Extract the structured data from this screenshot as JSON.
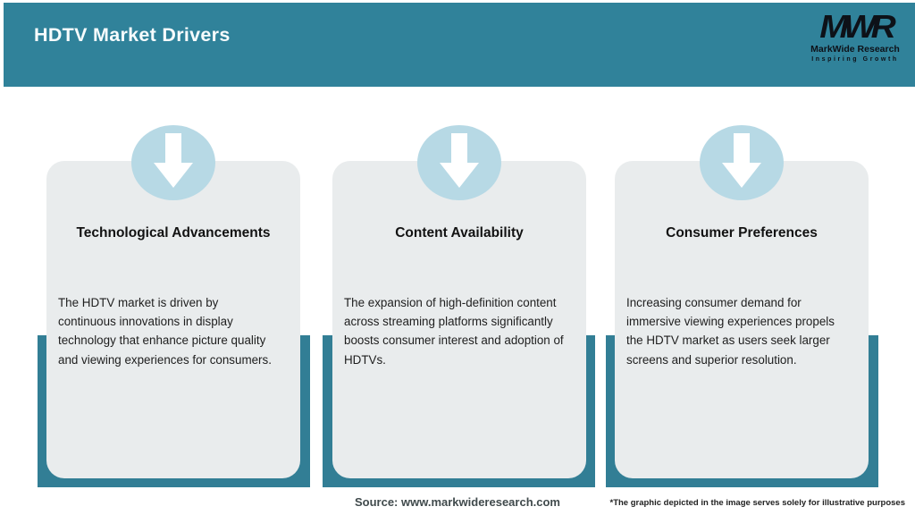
{
  "header": {
    "title": "HDTV Market Drivers",
    "logo": {
      "monogram": "MWR",
      "name": "MarkWide Research",
      "tagline": "Inspiring Growth"
    }
  },
  "cards": [
    {
      "title": "Technological Advancements",
      "body": "The HDTV market is driven by\ncontinuous innovations in display\ntechnology that enhance picture quality\nand viewing experiences for consumers."
    },
    {
      "title": "Content Availability",
      "body": "The expansion of high-definition content\nacross streaming platforms significantly\nboosts consumer interest and adoption of\nHDTVs."
    },
    {
      "title": "Consumer Preferences",
      "body": "Increasing consumer demand for\nimmersive viewing experiences propels\nthe HDTV market as users seek larger\nscreens and superior resolution."
    }
  ],
  "footer": {
    "source": "Source: www.markwideresearch.com",
    "disclaimer": "*The graphic depicted in the image serves solely for illustrative purposes"
  },
  "colors": {
    "header_bg": "#30829A",
    "backdrop_teal": "#327E95",
    "card_bg": "#E9ECED",
    "badge_blue": "#B7D9E5",
    "arrow_white": "#FFFFFF",
    "header_text": "#F7FCFD",
    "logo_text": "#0D1118",
    "source_text": "#404A4C"
  }
}
